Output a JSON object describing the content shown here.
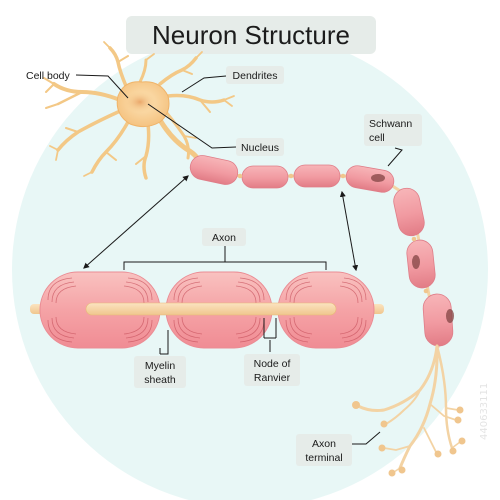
{
  "title": "Neuron Structure",
  "labels": {
    "cell_body": "Cell body",
    "dendrites": "Dendrites",
    "nucleus": "Nucleus",
    "schwann_cell_line1": "Schwann",
    "schwann_cell_line2": "cell",
    "axon": "Axon",
    "myelin_sheath_line1": "Myelin",
    "myelin_sheath_line2": "sheath",
    "node_of_ranvier_line1": "Node of",
    "node_of_ranvier_line2": "Ranvier",
    "axon_terminal_line1": "Axon",
    "axon_terminal_line2": "terminal"
  },
  "watermark_id": "440633111",
  "colors": {
    "background_circle": "#e8f7f6",
    "label_box": "#e6ece9",
    "cell_body": "#f6cc8c",
    "myelin": "#f4a3a8",
    "myelin_dark": "#d9717c",
    "axon_core": "#f3d3a4",
    "schwann_nucleus": "#8a4a4a"
  }
}
